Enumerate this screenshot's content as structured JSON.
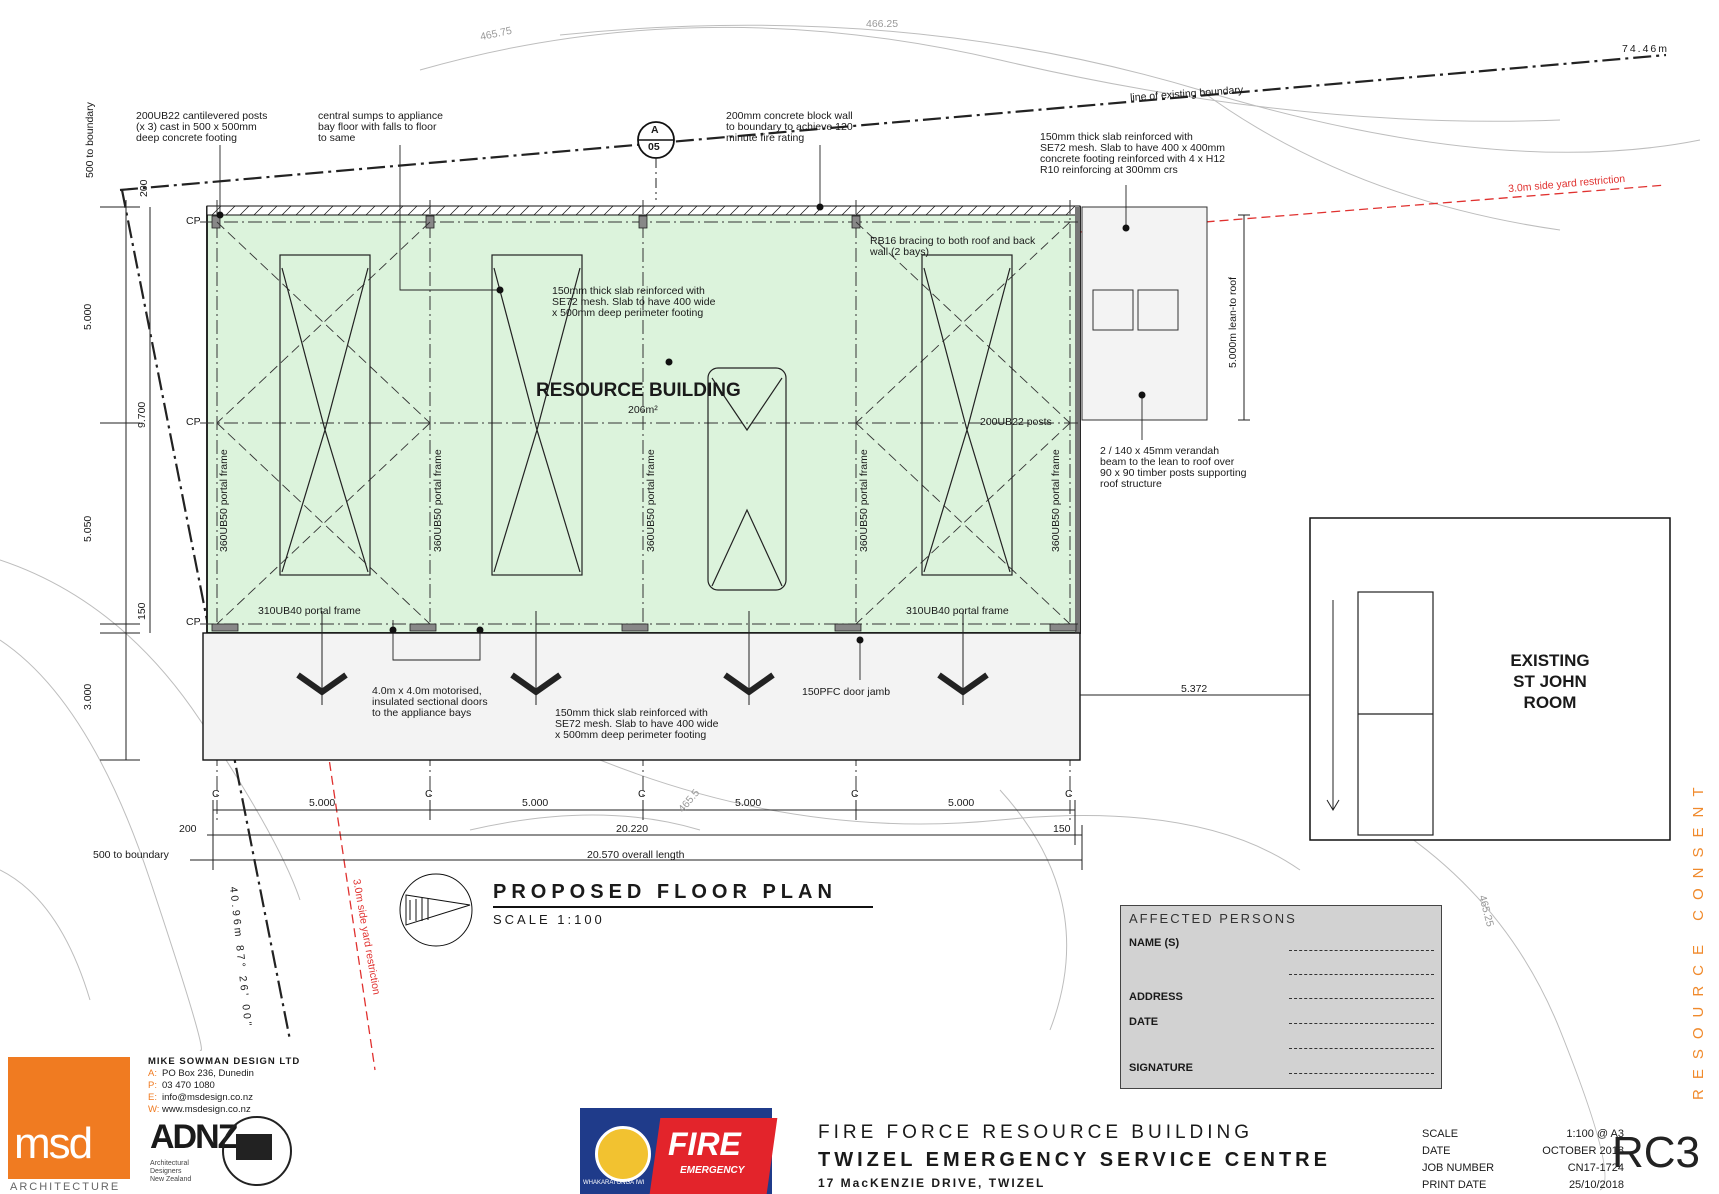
{
  "contours": [
    "465.75",
    "466.25",
    "465.5",
    "465.25"
  ],
  "boundary": {
    "top_length": "74.46m",
    "line_label": "line of existing boundary",
    "side_yard": "3.0m side yard restriction",
    "side_yard_diag": "3.0m side yard restriction",
    "left_bearing": "40.96m  87° 26' 00\""
  },
  "section_marker": {
    "letter": "A",
    "sheet": "05"
  },
  "building": {
    "name": "RESOURCE BUILDING",
    "area": "206m²"
  },
  "grid_left": [
    "CP",
    "CP",
    "CP"
  ],
  "frames": [
    "360UB50 portal frame",
    "360UB50 portal frame",
    "360UB50 portal frame",
    "360UB50 portal frame",
    "360UB50 portal frame"
  ],
  "labels": {
    "portal_left": "310UB40 portal frame",
    "portal_right": "310UB40 portal frame",
    "posts_right": "200UB22 posts",
    "lean_to": "5.000m lean-to roof",
    "door_jamb": "150PFC door jamb",
    "existing_room": [
      "EXISTING",
      "ST JOHN",
      "ROOM"
    ],
    "to_boundary_500": "500 to boundary",
    "to_boundary_500_vert": "500 to boundary",
    "gap_to_existing": "5.372"
  },
  "notes": {
    "posts": [
      "200UB22 cantilevered posts",
      "(x 3) cast in 500 x 500mm",
      "deep concrete footing"
    ],
    "sumps": [
      "central sumps to appliance",
      "bay floor with falls to floor",
      "to same"
    ],
    "wall": [
      "200mm concrete block wall",
      "to boundary to achieve 120",
      "minute fire rating"
    ],
    "leanto_slab": [
      "150mm thick slab reinforced with",
      "SE72 mesh. Slab to have 400 x 400mm",
      "concrete footing reinforced with 4 x H12",
      "R10 reinforcing at 300mm crs"
    ],
    "bracing": [
      "RB16 bracing to both roof and back",
      "wall (2 bays)"
    ],
    "slab_inside": [
      "150mm thick slab reinforced with",
      "SE72 mesh. Slab to have 400 wide",
      "x 500mm deep perimeter footing"
    ],
    "verandah": [
      "2 / 140 x 45mm verandah",
      "beam to the lean to roof over",
      "90 x 90 timber posts supporting",
      "roof structure"
    ],
    "doors": [
      "4.0m x 4.0m motorised,",
      "insulated sectional doors",
      "to the appliance bays"
    ],
    "apron": [
      "150mm thick slab reinforced with",
      "SE72 mesh. Slab to have 400 wide",
      "x 500mm deep perimeter footing"
    ]
  },
  "dims_vertical": [
    "5.000",
    "9.700",
    "5.050",
    "150",
    "3.000",
    "200"
  ],
  "dims_bays": [
    "5.000",
    "5.000",
    "5.000",
    "5.000"
  ],
  "dims_overall": {
    "left": "200",
    "inner": "20.220",
    "right": "150",
    "total": "20.570 overall length"
  },
  "grid_bottom": [
    "C",
    "C",
    "C",
    "C",
    "C"
  ],
  "plan_title": "PROPOSED FLOOR PLAN",
  "plan_scale": "SCALE 1:100",
  "affected": {
    "header": "AFFECTED PERSONS",
    "name": "NAME (S)",
    "address": "ADDRESS",
    "date": "DATE",
    "signature": "SIGNATURE"
  },
  "stamp": "RESOURCE CONSENT",
  "firm": {
    "logo": "msd",
    "architecture": "ARCHITECTURE",
    "company": "MIKE SOWMAN DESIGN LTD",
    "lines": [
      {
        "k": "A:",
        "v": "PO Box 236, Dunedin"
      },
      {
        "k": "P:",
        "v": "03 470 1080"
      },
      {
        "k": "E:",
        "v": "info@msdesign.co.nz"
      },
      {
        "k": "W:",
        "v": "www.msdesign.co.nz"
      }
    ],
    "adnz": "ADNZ",
    "adnz_sub": [
      "Architectural",
      "Designers",
      "New Zealand"
    ]
  },
  "fire": {
    "word": "FIRE",
    "sub": "EMERGENCY",
    "iwi": "WHAKARATONGA IWI"
  },
  "project": {
    "line1": "FIRE FORCE RESOURCE BUILDING",
    "line2": "TWIZEL EMERGENCY SERVICE CENTRE",
    "line3": "17 MacKENZIE DRIVE, TWIZEL"
  },
  "meta": [
    {
      "k": "SCALE",
      "v": "1:100 @ A3"
    },
    {
      "k": "DATE",
      "v": "OCTOBER 2018"
    },
    {
      "k": "JOB NUMBER",
      "v": "CN17-1724"
    },
    {
      "k": "PRINT DATE",
      "v": "25/10/2018"
    }
  ],
  "sheet": "RC3",
  "colors": {
    "building_fill": "#dcf3dc",
    "red_line": "#e0312f",
    "orange": "#f07b21",
    "fire_blue": "#1f3b8a",
    "fire_red": "#e3242b"
  }
}
